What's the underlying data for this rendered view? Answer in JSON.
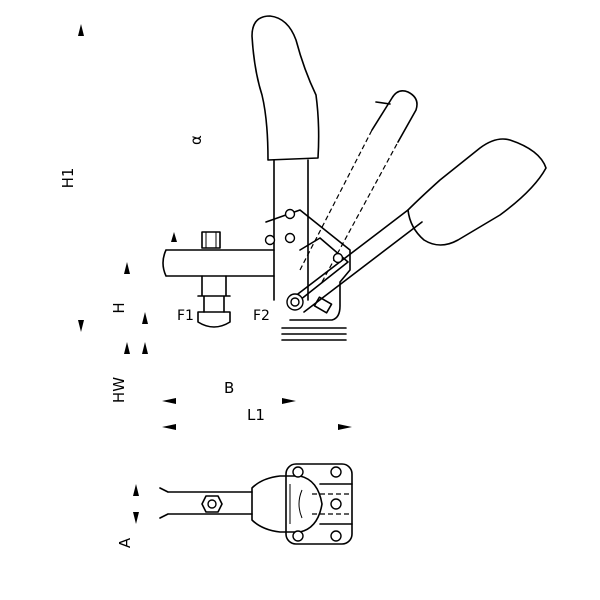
{
  "labels": {
    "h1": "H1",
    "alpha": "α",
    "h": "H",
    "hw": "HW",
    "f1": "F1",
    "f2": "F2",
    "b": "B",
    "l1": "L1",
    "a": "A"
  }
}
